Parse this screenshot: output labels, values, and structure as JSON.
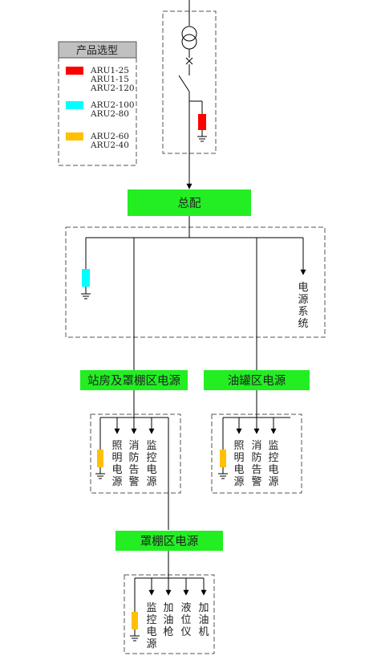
{
  "legend": {
    "title": "产品选型",
    "items": [
      {
        "color": "#ff0000",
        "lines": [
          "ARU1-25",
          "ARU1-15",
          "ARU2-120"
        ]
      },
      {
        "color": "#00ffff",
        "lines": [
          "ARU2-100",
          "ARU2-80"
        ]
      },
      {
        "color": "#ffc000",
        "lines": [
          "ARU2-60",
          "ARU2-40"
        ]
      }
    ]
  },
  "nodes": {
    "main": "总配",
    "station": "站房及罩棚区电源",
    "tank": "油罐区电源",
    "canopy": "罩棚区电源"
  },
  "outputs": {
    "power_system": "电源系统",
    "lighting": "照明电源",
    "fire_alarm": "消防告警",
    "monitor_power": "监控电源",
    "fuel_gun": "加油枪",
    "level_gauge": "液位仪",
    "dispenser": "加油机"
  },
  "colors": {
    "green": "#22ee22",
    "spd_red": "#ff0000",
    "spd_cyan": "#00ffff",
    "spd_amber": "#ffc000",
    "legend_header": "#c0c0c0"
  }
}
